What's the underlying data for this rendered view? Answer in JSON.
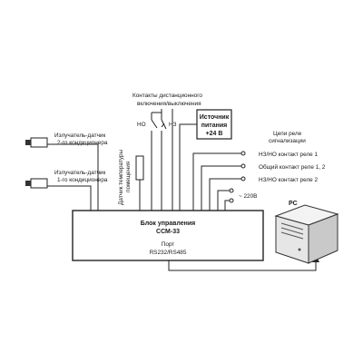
{
  "emitters": [
    {
      "label_line1": "Излучатель-датчик",
      "label_line2": "2-го кондиционера"
    },
    {
      "label_line1": "Излучатель-датчик",
      "label_line2": "1-го кондиционера"
    }
  ],
  "temp_sensor": {
    "label_line1": "Датчик температуры",
    "label_line2": "помещения"
  },
  "remote_contacts": {
    "label_line1": "Контакты дистанционного",
    "label_line2": "включения/выключения",
    "no_label": "НО",
    "nc_label": "НЗ"
  },
  "power_supply": {
    "label_line1": "Источник",
    "label_line2": "питания",
    "label_line3": "+24 В"
  },
  "relay_circuits": {
    "title_line1": "Цепи реле",
    "title_line2": "сигнализации",
    "items": [
      "НЗ/НО контакт реле 1",
      "Общий контакт реле 1, 2",
      "НЗ/НО контакт реле 2"
    ],
    "mains": "~ 220В"
  },
  "control_unit": {
    "title_line1": "Блок управления",
    "title_line2": "ССМ-33",
    "port_label": "Порт",
    "port_value": "RS232/RS485"
  },
  "pc": {
    "label": "PC"
  }
}
